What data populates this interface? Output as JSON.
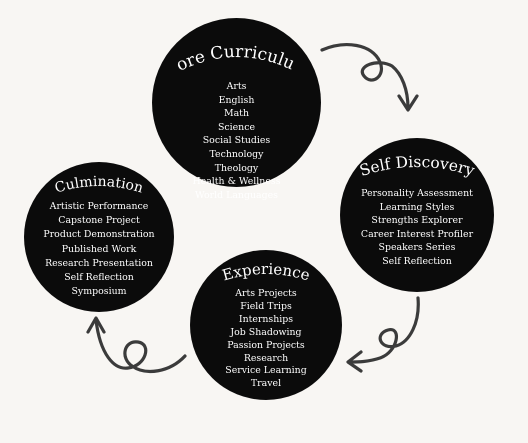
{
  "diagram": {
    "background": "#f8f6f3",
    "circle_color": "#0b0b0b",
    "arrow_color": "#3b3b3b",
    "stages": [
      {
        "id": "core",
        "title": "Core Curriculum",
        "items": [
          "Arts",
          "English",
          "Math",
          "Science",
          "Social Studies",
          "Technology",
          "Theology",
          "Health & Wellness",
          "World Languages"
        ]
      },
      {
        "id": "self",
        "title": "Self Discovery",
        "items": [
          "Personality Assessment",
          "Learning Styles",
          "Strengths Explorer",
          "Career Interest Profiler",
          "Speakers Series",
          "Self Reflection"
        ]
      },
      {
        "id": "exp",
        "title": "Experience",
        "items": [
          "Arts Projects",
          "Field Trips",
          "Internships",
          "Job Shadowing",
          "Passion Projects",
          "Research",
          "Service Learning",
          "Travel"
        ]
      },
      {
        "id": "culm",
        "title": "Culmination",
        "items": [
          "Artistic Performance",
          "Capstone Project",
          "Product Demonstration",
          "Published Work",
          "Research Presentation",
          "Self Reflection",
          "Symposium"
        ]
      }
    ]
  }
}
